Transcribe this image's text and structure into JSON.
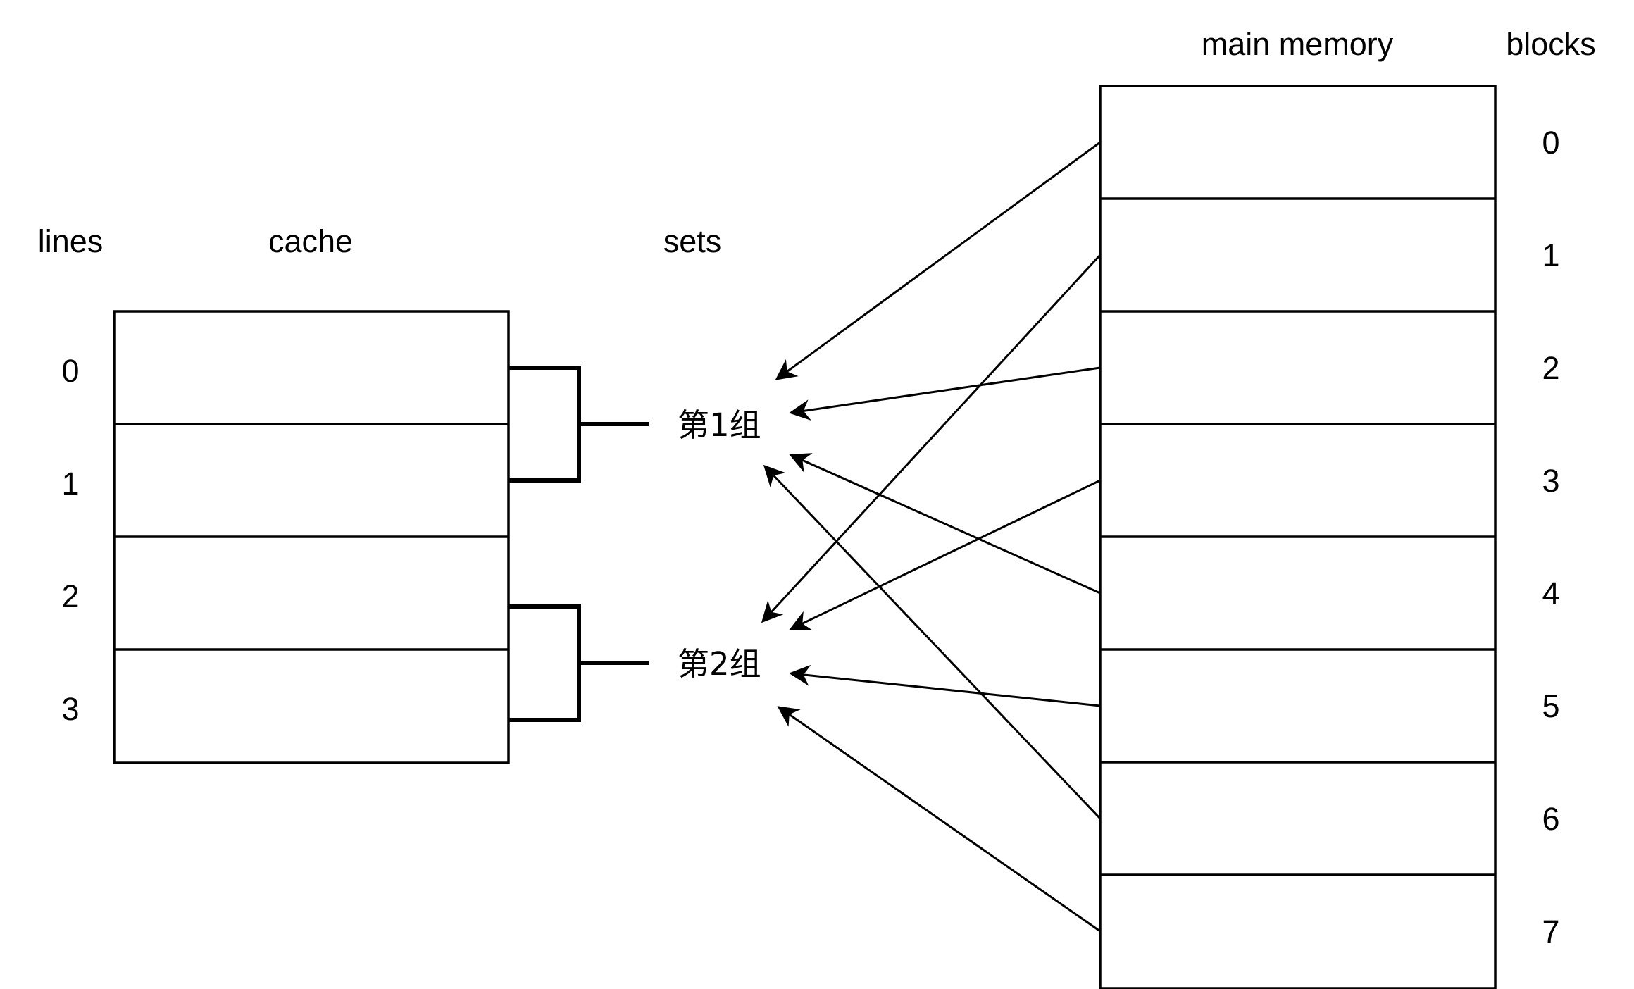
{
  "headers": {
    "lines": "lines",
    "cache": "cache",
    "sets": "sets",
    "main_memory": "main memory",
    "blocks": "blocks"
  },
  "cache_lines": [
    "0",
    "1",
    "2",
    "3"
  ],
  "sets": [
    {
      "label": "第1组",
      "lines": [
        "0",
        "1"
      ]
    },
    {
      "label": "第2组",
      "lines": [
        "2",
        "3"
      ]
    }
  ],
  "memory_blocks": [
    "0",
    "1",
    "2",
    "3",
    "4",
    "5",
    "6",
    "7"
  ],
  "mappings": [
    {
      "block": "0",
      "set": "第1组"
    },
    {
      "block": "1",
      "set": "第2组"
    },
    {
      "block": "2",
      "set": "第1组"
    },
    {
      "block": "3",
      "set": "第2组"
    },
    {
      "block": "4",
      "set": "第1组"
    },
    {
      "block": "5",
      "set": "第2组"
    },
    {
      "block": "6",
      "set": "第1组"
    },
    {
      "block": "7",
      "set": "第2组"
    }
  ],
  "colors": {
    "stroke": "#000000",
    "background": "#ffffff"
  }
}
